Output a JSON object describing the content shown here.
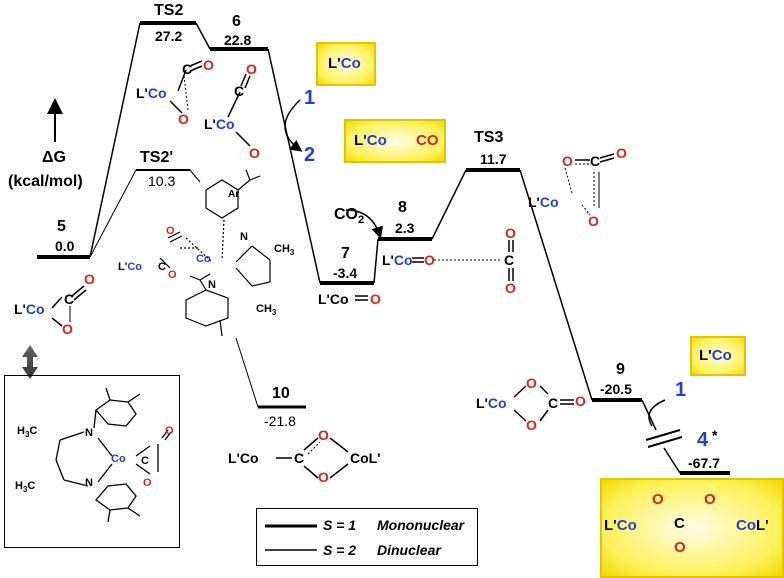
{
  "axis": {
    "symbol": "ΔG",
    "unit": "(kcal/mol)"
  },
  "states": [
    {
      "name": "5",
      "energy": "0.0"
    },
    {
      "name": "TS2",
      "energy": "27.2"
    },
    {
      "name": "6",
      "energy": "22.8"
    },
    {
      "name": "TS2'",
      "energy": "10.3"
    },
    {
      "name": "7",
      "energy": "-3.4"
    },
    {
      "name": "8",
      "energy": "2.3"
    },
    {
      "name": "TS3",
      "energy": "11.7"
    },
    {
      "name": "9",
      "energy": "-20.5"
    },
    {
      "name": "10",
      "energy": "-21.8"
    },
    {
      "name": "4",
      "energy": "-67.7",
      "mark": "*"
    }
  ],
  "arrow_labels": {
    "one_a": "1",
    "two": "2",
    "one_b": "1",
    "co2": "CO",
    "co2_sub": "2"
  },
  "species": {
    "lco": "L'Co",
    "lco_co": [
      "L'",
      "Co",
      "C",
      "O"
    ],
    "lco_o": [
      "L'",
      "Co",
      "O"
    ],
    "co_lp": [
      "Co",
      "L'"
    ],
    "co": [
      "C",
      "O"
    ],
    "ar": "Ar",
    "ch3": "CH",
    "ch3_sub": "3",
    "n": "N",
    "h3c": "H",
    "h3c_sub": "3",
    "h3c_c": "C"
  },
  "legend": [
    {
      "label": "S = 1",
      "desc": "Mononuclear"
    },
    {
      "label": "S = 2",
      "desc": "Dinuclear"
    }
  ]
}
